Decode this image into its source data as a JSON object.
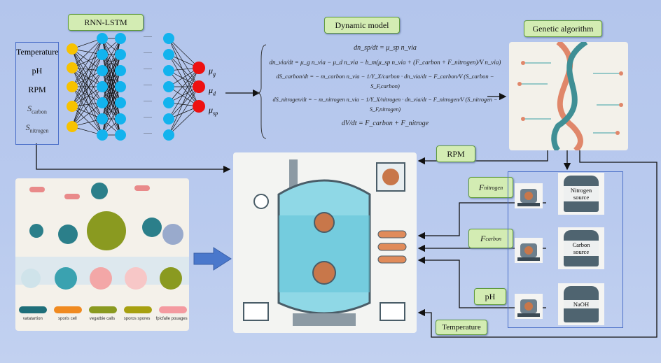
{
  "labels": {
    "rnn_lstm": "RNN-LSTM",
    "dynamic_model": "Dynamic model",
    "genetic_algorithm": "Genetic algorithm",
    "rpm": "RPM",
    "f_nitrogen": "F",
    "f_nitrogen_sub": "nitrogen",
    "f_carbon": "F",
    "f_carbon_sub": "carbon",
    "ph": "pH",
    "temperature": "Temperature"
  },
  "inputs": {
    "temperature": "Temperature",
    "ph": "pH",
    "rpm": "RPM",
    "s_carbon": "S",
    "s_carbon_sub": "carbon",
    "s_nitrogen": "S",
    "s_nitrogen_sub": "nitrogen"
  },
  "outputs": [
    {
      "sym": "μ",
      "sub": "g"
    },
    {
      "sym": "μ",
      "sub": "d"
    },
    {
      "sym": "μ",
      "sub": "sp"
    }
  ],
  "network_ellipsis": "......",
  "equations": [
    "dn_sp/dt = μ_sp n_via",
    "dn_via/dt = μ_g n_via − μ_d n_via − b_m(μ_sp n_via + (F_carbon + F_nitrogen)/V n_via)",
    "dS_carbon/dt = − m_carbon n_via − 1/Y_X/carbon · dn_via/dt − F_carbon/V (S_carbon − S_F,carbon)",
    "dS_nitrogen/dt = − m_nitrogen n_via − 1/Y_X/nitrogen · dn_via/dt − F_nitrogen/V (S_nitrogen − S_F,nitrogen)",
    "dV/dt = F_carbon + F_nitroge"
  ],
  "sources": [
    "Nitrogen source",
    "Carbon source",
    "NaOH"
  ],
  "microbe_stages": [
    "vatatartion",
    "sporis cell",
    "vegatbie calls",
    "sporos spores",
    "fpicfalle pouages"
  ],
  "colors": {
    "tag_fill": "#d3ecb3",
    "tag_border": "#5f9a3c",
    "input_node": "#f7c200",
    "hidden_node": "#12b3ee",
    "output_node": "#ee1111",
    "box_border": "#4b6fc8"
  }
}
